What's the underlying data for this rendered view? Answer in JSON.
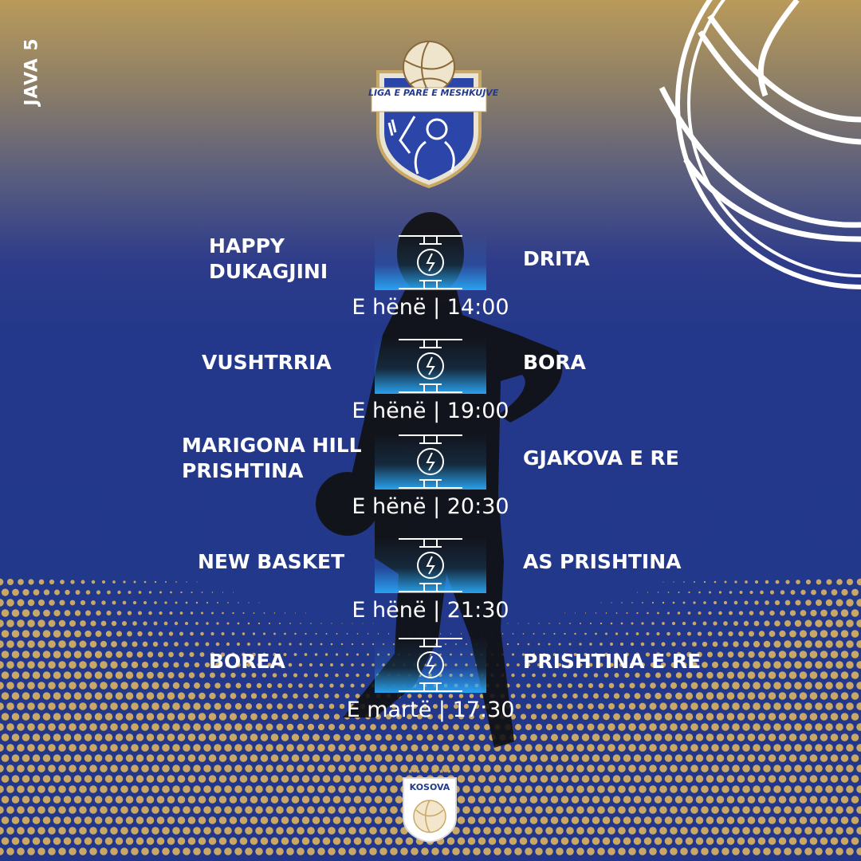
{
  "poster": {
    "week_label": "JAVA 5",
    "league_logo_text": "LIGA E PARË E MESHKUJVE",
    "federation_logo_text": "KOSOVA",
    "colors": {
      "navy": "#22378a",
      "gold": "#c9a765",
      "court_blue": "#2aa7f5",
      "white": "#ffffff"
    },
    "icons": {
      "court": "half-court-icon",
      "ball": "basketball-outline-icon",
      "player": "player-silhouette-icon"
    }
  },
  "matches": [
    {
      "home": "HAPPY\nDUKAGJINI",
      "away": "DRITA",
      "time": "E hënë | 14:00"
    },
    {
      "home": "VUSHTRRIA",
      "away": "BORA",
      "time": "E hënë | 19:00"
    },
    {
      "home": "MARIGONA HILL\nPRISHTINA",
      "away": "GJAKOVA E RE",
      "time": "E hënë | 20:30"
    },
    {
      "home": "NEW BASKET",
      "away": "AS PRISHTINA",
      "time": "E hënë | 21:30"
    },
    {
      "home": "BOREA",
      "away": "PRISHTINA E RE",
      "time": "E martë | 17:30"
    }
  ]
}
